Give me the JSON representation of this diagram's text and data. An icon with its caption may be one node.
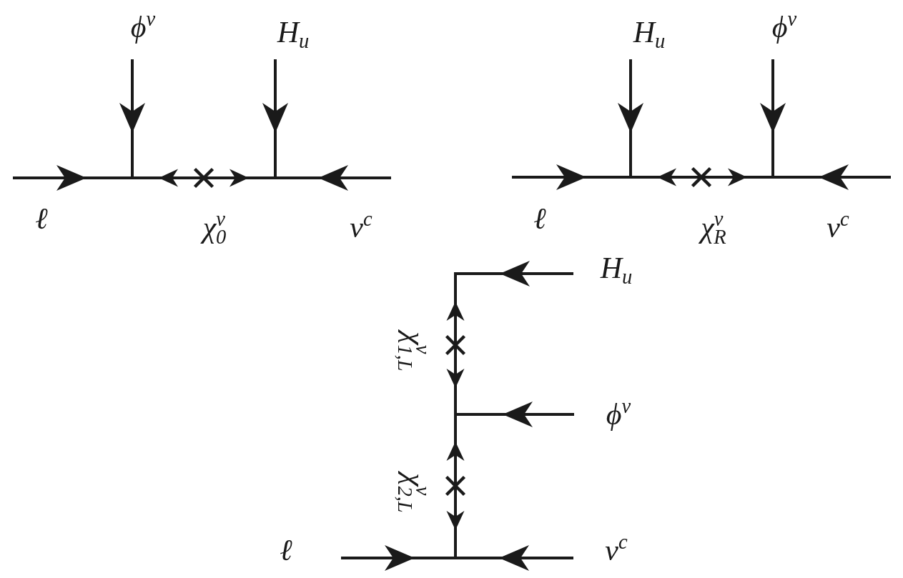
{
  "diagram": {
    "labels": [
      "ϕ$^{ν}$",
      "H$_{u}$",
      "H$_{u}$",
      "ϕ$^{ν}$",
      "ℓ",
      "χ$^{ν}$$_{0}$",
      "ν$^{c}$",
      "ℓ",
      "χ$^{ν}$$_{R}$",
      "ν$^{c}$",
      "H$_{u}$",
      "χ$^{ν}$$_{1,L}$",
      "ϕ$^{ν}$",
      "χ$^{ν}$$_{2,L}$",
      "ℓ",
      "ν$^{c}$"
    ]
  }
}
